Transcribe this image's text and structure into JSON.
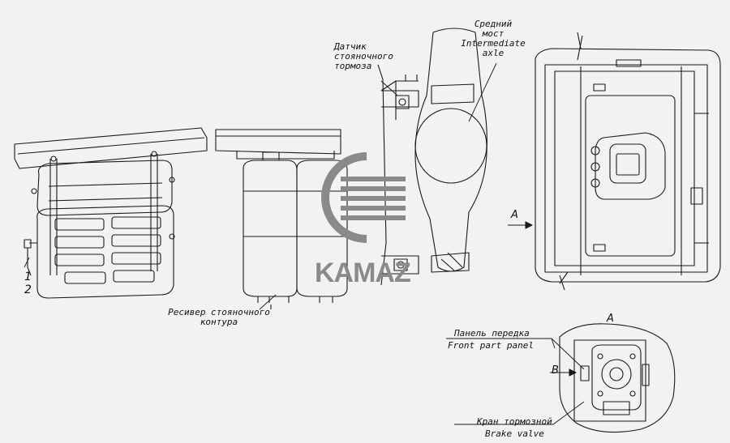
{
  "labels": {
    "parking_brake_sensor": "Датчик\nстояночного\nтормоза",
    "intermediate_axle": "Средний\nмост\nIntermediate\naxle",
    "parking_receiver": "Ресивер стояночного\nконтура",
    "front_panel_ru": "Панель передка",
    "front_panel_en": "Front part panel",
    "brake_valve_ru": "Кран тормозной",
    "brake_valve_en": "Brake valve",
    "view_a_arrow": "A",
    "view_a_title": "A",
    "view_b_arrow": "B",
    "callout_1": "1",
    "callout_2": "2"
  },
  "logo": {
    "text": "KAMAZ",
    "color": "#8a8a8a"
  }
}
